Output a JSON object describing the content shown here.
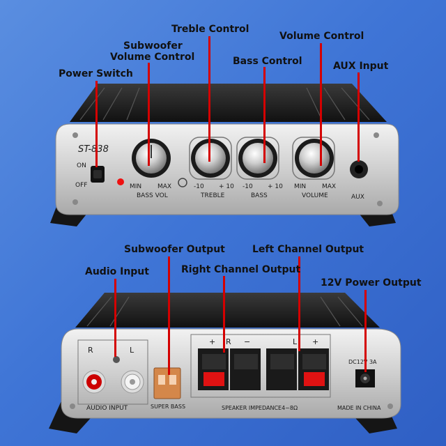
{
  "top_panel": {
    "model": "ST-838",
    "power_on": "ON",
    "power_off": "OFF",
    "bass_vol_min": "MIN",
    "bass_vol_max": "MAX",
    "bass_vol_label": "BASS VOL",
    "treble_min": "-10",
    "treble_max": "+ 10",
    "treble_label": "TREBLE",
    "bass_min": "-10",
    "bass_max": "+ 10",
    "bass_label": "BASS",
    "volume_min": "MIN",
    "volume_max": "MAX",
    "volume_label": "VOLUME",
    "aux_label": "AUX"
  },
  "bottom_panel": {
    "audio_r": "R",
    "audio_l": "L",
    "audio_input_label": "AUDIO INPUT",
    "super_bass_label": "SUPER BASS",
    "speaker_plus_1": "+",
    "speaker_r": "R",
    "speaker_minus_1": "−",
    "speaker_l": "L",
    "speaker_plus_2": "+",
    "impedance_label": "SPEAKER IMPEDANCE4~8Ω",
    "made_in": "MADE IN CHINA",
    "dc_label": "DC12V 3A"
  },
  "callouts": {
    "power_switch": "Power Switch",
    "subwoofer_volume": "Subwoofer\nVolume Control",
    "subwoofer_line1": "Subwoofer",
    "subwoofer_line2": "Volume Control",
    "treble_control": "Treble Control",
    "bass_control": "Bass Control",
    "volume_control": "Volume Control",
    "aux_input": "AUX Input",
    "subwoofer_output": "Subwoofer Output",
    "audio_input": "Audio Input",
    "left_channel_output": "Left Channel Output",
    "right_channel_output": "Right Channel Output",
    "power_output_12v": "12V Power Output"
  },
  "colors": {
    "background": "#3f75d6",
    "leader_line": "#d40000",
    "panel_silver": "#d9d9d9",
    "body_black": "#1c1c1c"
  }
}
